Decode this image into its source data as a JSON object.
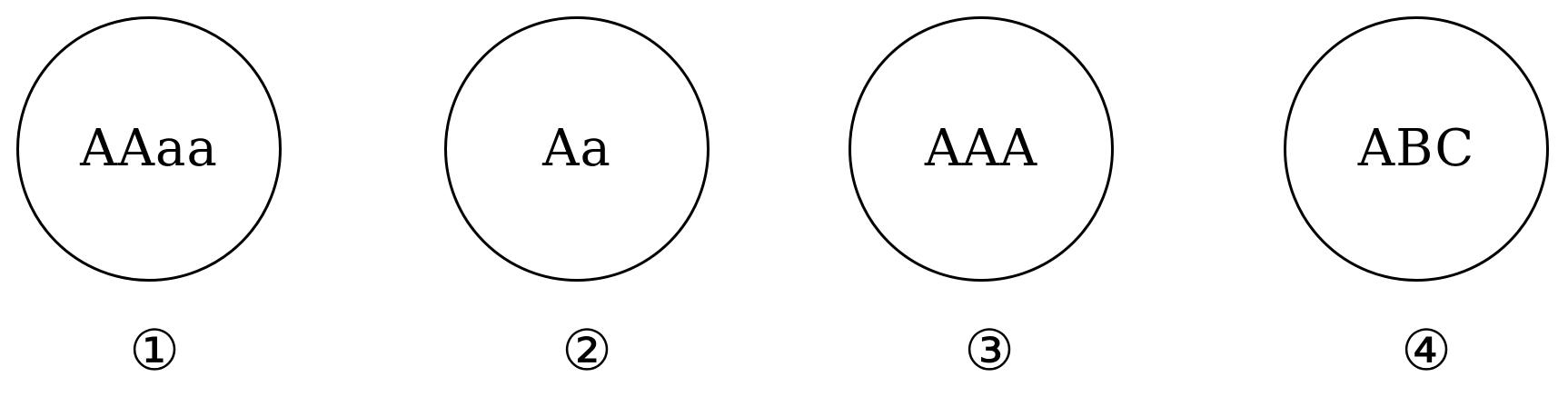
{
  "cells": [
    {
      "genotype": "AAaa",
      "number": "①"
    },
    {
      "genotype": "Aa",
      "number": "②"
    },
    {
      "genotype": "AAA",
      "number": "③"
    },
    {
      "genotype": "ABC",
      "number": "④"
    }
  ],
  "colors": {
    "stroke": "#000000",
    "background": "#ffffff"
  }
}
